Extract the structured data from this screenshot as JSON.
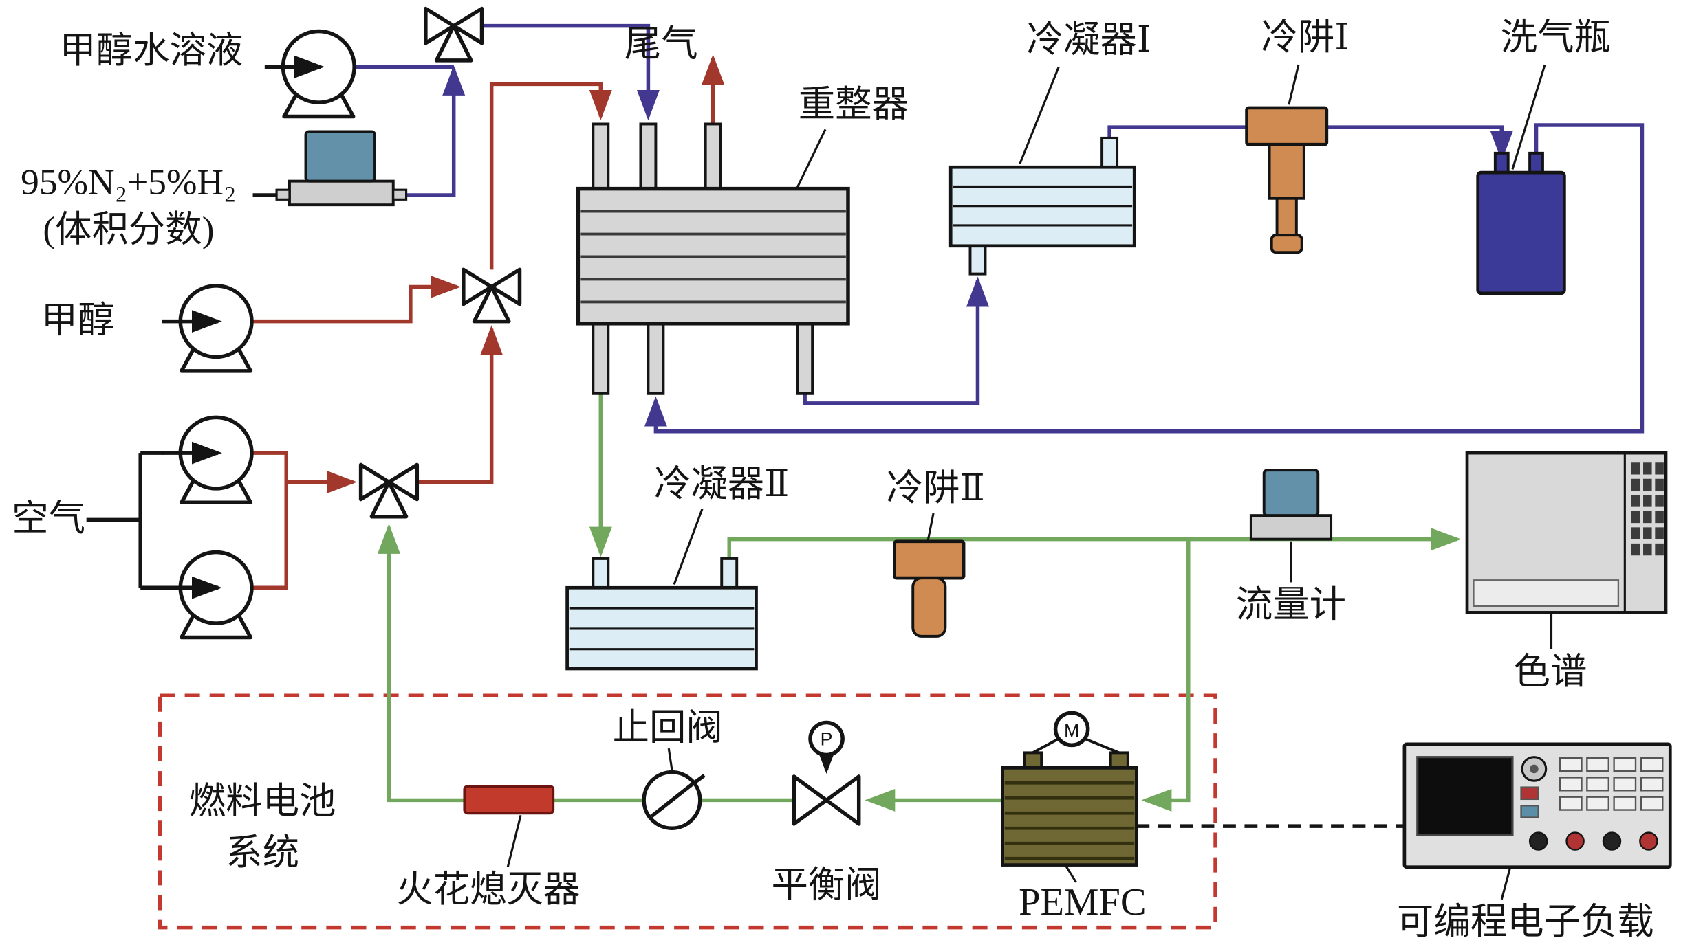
{
  "diagram": {
    "labels": {
      "methanol_solution": "甲醇水溶液",
      "n2h2_mix": "95%N₂+5%H₂",
      "n2h2_note": "(体积分数)",
      "methanol": "甲醇",
      "air": "空气",
      "tail_gas": "尾气",
      "reformer": "重整器",
      "condenser_1": "冷凝器Ⅰ",
      "cold_trap_1": "冷阱Ⅰ",
      "gas_washing_bottle": "洗气瓶",
      "condenser_2": "冷凝器Ⅱ",
      "cold_trap_2": "冷阱Ⅱ",
      "flow_meter": "流量计",
      "chromatograph": "色谱",
      "fuel_cell_system_line1": "燃料电池",
      "fuel_cell_system_line2": "系统",
      "spark_arrester": "火花熄灭器",
      "check_valve": "止回阀",
      "balance_valve": "平衡阀",
      "pemfc": "PEMFC",
      "electronic_load": "可编程电子负载",
      "pressure_gauge": "P",
      "motor": "M"
    },
    "colors": {
      "stream_reformate": "#433890",
      "stream_feed": "#a2372c",
      "stream_product": "#72a85e",
      "system_boundary": "#c3392f",
      "cold_trap_fill": "#d08b52",
      "bottle_fill": "#3c3a99",
      "controller_fill": "#6391aa",
      "pemfc_fill": "#6f6834",
      "spark_fill": "#c13a2b"
    }
  }
}
